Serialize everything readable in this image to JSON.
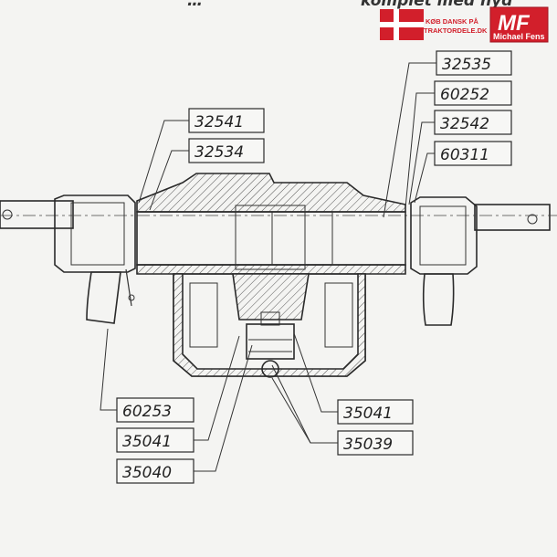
{
  "top_text": {
    "left": "…",
    "right": "komplet med hyd"
  },
  "brand": {
    "flag_text_line1": "KØB DANSK PÅ",
    "flag_text_line2": "TRAKTORDELE.DK",
    "mf_logo": "MF",
    "mf_name": "Michael Fens",
    "colors": {
      "red": "#d21f2b",
      "white": "#ffffff"
    }
  },
  "callouts": [
    {
      "id": "c-32535",
      "label": "32535"
    },
    {
      "id": "c-60252",
      "label": "60252"
    },
    {
      "id": "c-32541",
      "label": "32541"
    },
    {
      "id": "c-32542",
      "label": "32542"
    },
    {
      "id": "c-32534",
      "label": "32534"
    },
    {
      "id": "c-60311",
      "label": "60311"
    },
    {
      "id": "c-60253",
      "label": "60253"
    },
    {
      "id": "c-35041-right",
      "label": "35041"
    },
    {
      "id": "c-35041-left",
      "label": "35041"
    },
    {
      "id": "c-35039",
      "label": "35039"
    },
    {
      "id": "c-35040",
      "label": "35040"
    }
  ]
}
